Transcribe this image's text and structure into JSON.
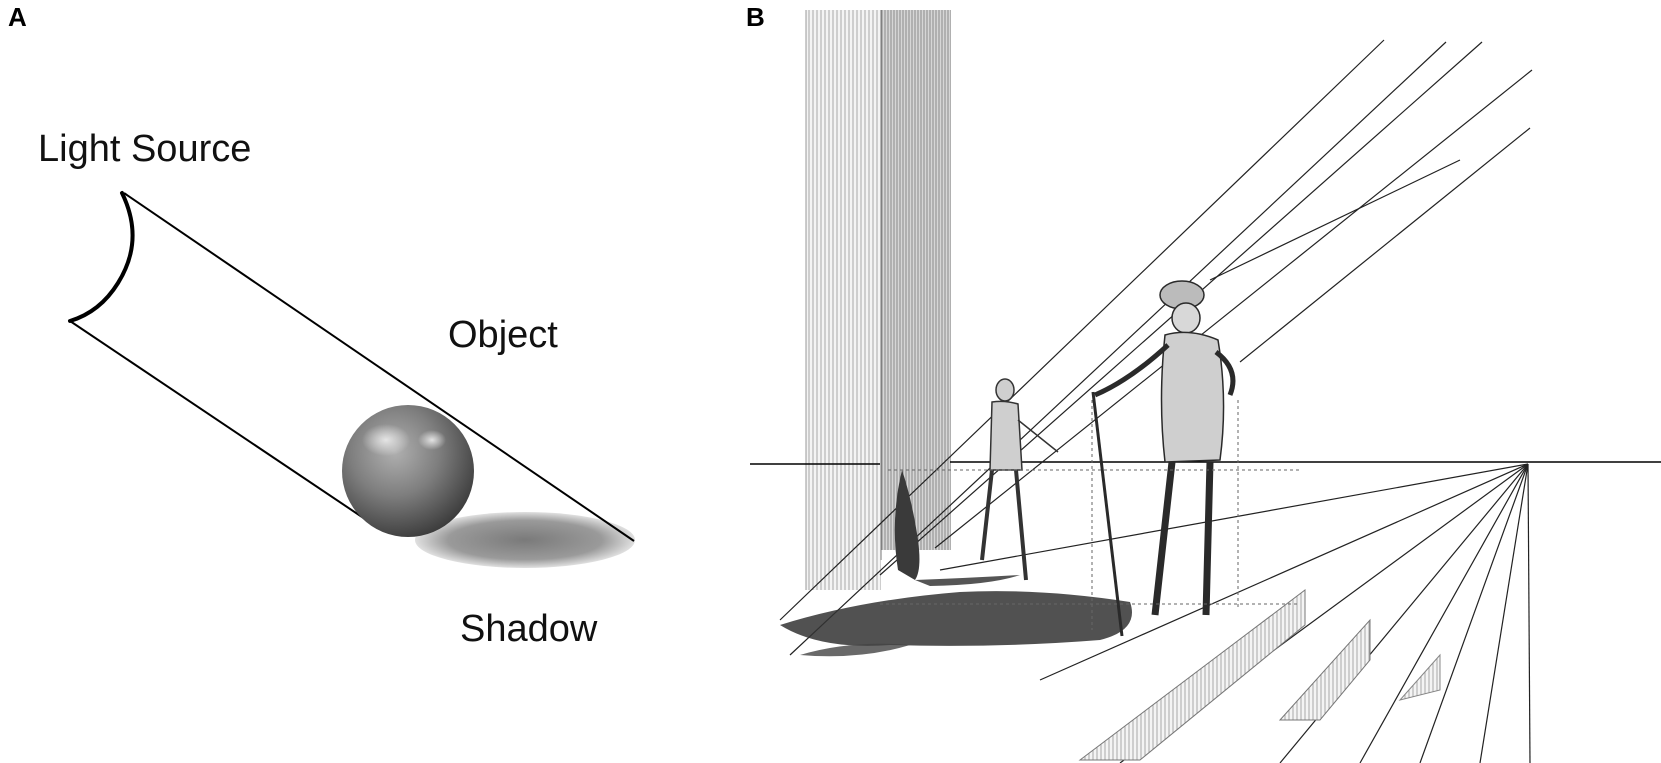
{
  "panel_a": {
    "letter": "A",
    "labels": {
      "light_source": "Light Source",
      "object": "Object",
      "shadow": "Shadow"
    }
  },
  "panel_b": {
    "letter": "B"
  },
  "colors": {
    "line": "#000000",
    "sphere_light": "#9a9a9a",
    "sphere_dark": "#3c3c3c",
    "shadow": "#8a8a8a",
    "engraving_gray": "#b8b8b8"
  }
}
